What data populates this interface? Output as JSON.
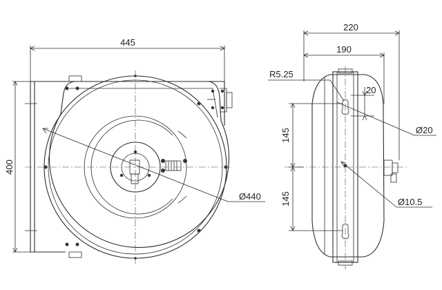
{
  "drawing": {
    "front_view": {
      "overall_width": "445",
      "overall_height": "400",
      "drum_diameter": "Ø440"
    },
    "side_view": {
      "overall_depth": "220",
      "body_depth": "190",
      "slot_radius": "R5.25",
      "slot_width": "20",
      "slot_hole": "Ø20",
      "upper_spacing": "145",
      "lower_spacing": "145",
      "mount_hole": "Ø10.5"
    }
  },
  "colors": {
    "line": "#2a2a2a",
    "background": "#ffffff"
  }
}
